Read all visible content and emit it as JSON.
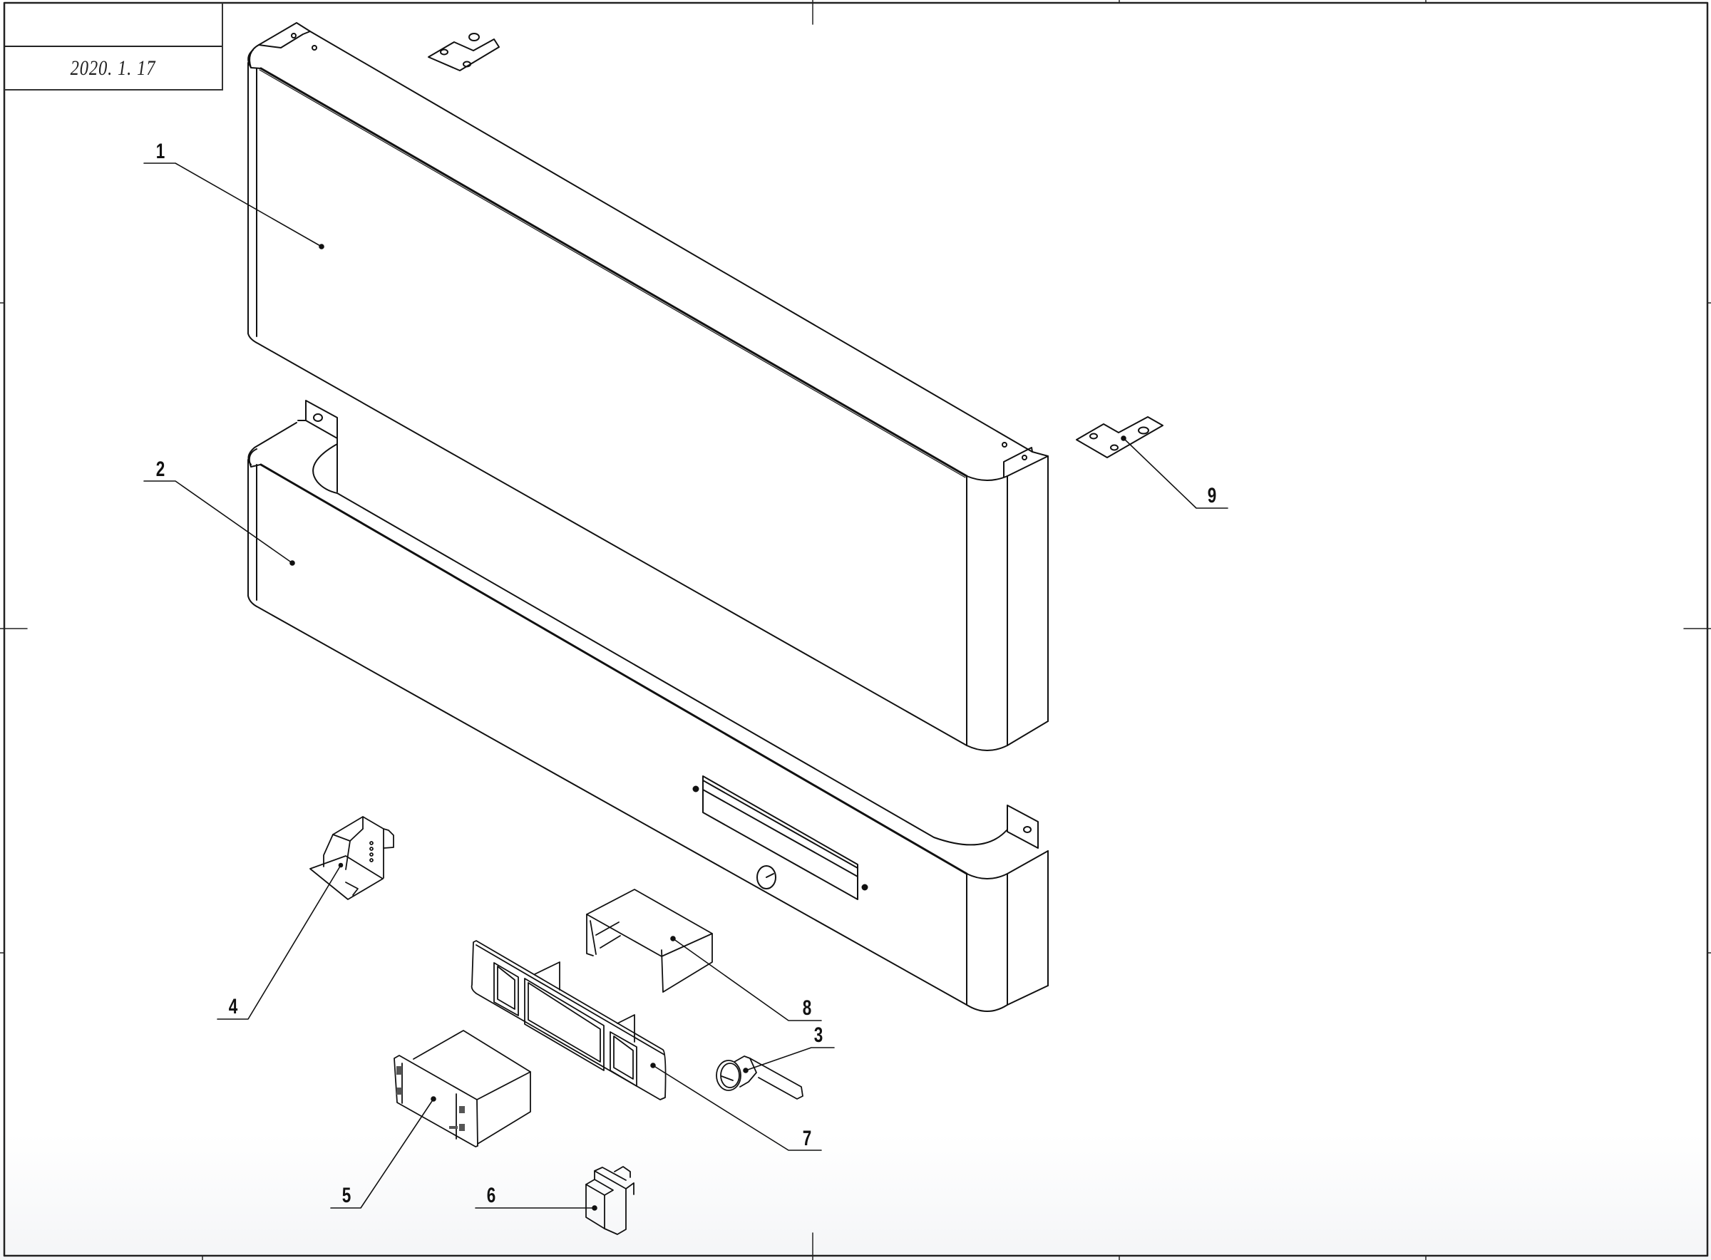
{
  "drawing": {
    "title_block": {
      "top_cell": "",
      "date": "2020. 1. 17"
    },
    "callouts": [
      {
        "id": "1",
        "label": "1",
        "part": "upper-cover-panel"
      },
      {
        "id": "2",
        "label": "2",
        "part": "lower-cover-panel"
      },
      {
        "id": "3",
        "label": "3",
        "part": "cam-lock"
      },
      {
        "id": "4",
        "label": "4",
        "part": "connector-block"
      },
      {
        "id": "5",
        "label": "5",
        "part": "digital-controller"
      },
      {
        "id": "6",
        "label": "6",
        "part": "rocker-switch"
      },
      {
        "id": "7",
        "label": "7",
        "part": "control-bezel"
      },
      {
        "id": "8",
        "label": "8",
        "part": "mounting-box"
      },
      {
        "id": "9",
        "label": "9",
        "part": "mounting-bracket"
      }
    ],
    "colors": {
      "line": "#111111",
      "border": "#222222",
      "background": "#ffffff"
    }
  }
}
